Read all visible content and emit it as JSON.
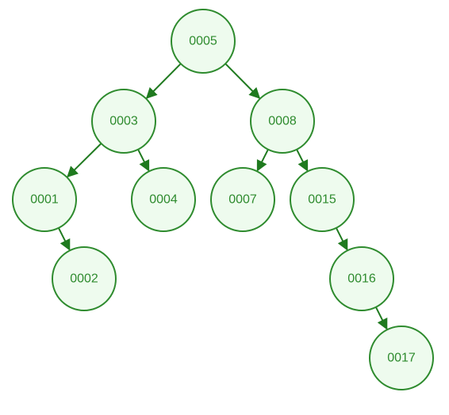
{
  "colors": {
    "stroke": "#2e8b2e",
    "fill": "#eefbee",
    "text": "#2e8b2e",
    "arrow": "#1f7a1f",
    "background": "#ffffff"
  },
  "tree": {
    "nodes": [
      {
        "id": "n5",
        "label": "0005"
      },
      {
        "id": "n3",
        "label": "0003"
      },
      {
        "id": "n8",
        "label": "0008"
      },
      {
        "id": "n1",
        "label": "0001"
      },
      {
        "id": "n4",
        "label": "0004"
      },
      {
        "id": "n7",
        "label": "0007"
      },
      {
        "id": "n15",
        "label": "0015"
      },
      {
        "id": "n2",
        "label": "0002"
      },
      {
        "id": "n16",
        "label": "0016"
      },
      {
        "id": "n17",
        "label": "0017"
      }
    ],
    "edges": [
      {
        "from": "n5",
        "to": "n3"
      },
      {
        "from": "n5",
        "to": "n8"
      },
      {
        "from": "n3",
        "to": "n1"
      },
      {
        "from": "n3",
        "to": "n4"
      },
      {
        "from": "n8",
        "to": "n7"
      },
      {
        "from": "n8",
        "to": "n15"
      },
      {
        "from": "n1",
        "to": "n2"
      },
      {
        "from": "n15",
        "to": "n16"
      },
      {
        "from": "n16",
        "to": "n17"
      }
    ]
  }
}
